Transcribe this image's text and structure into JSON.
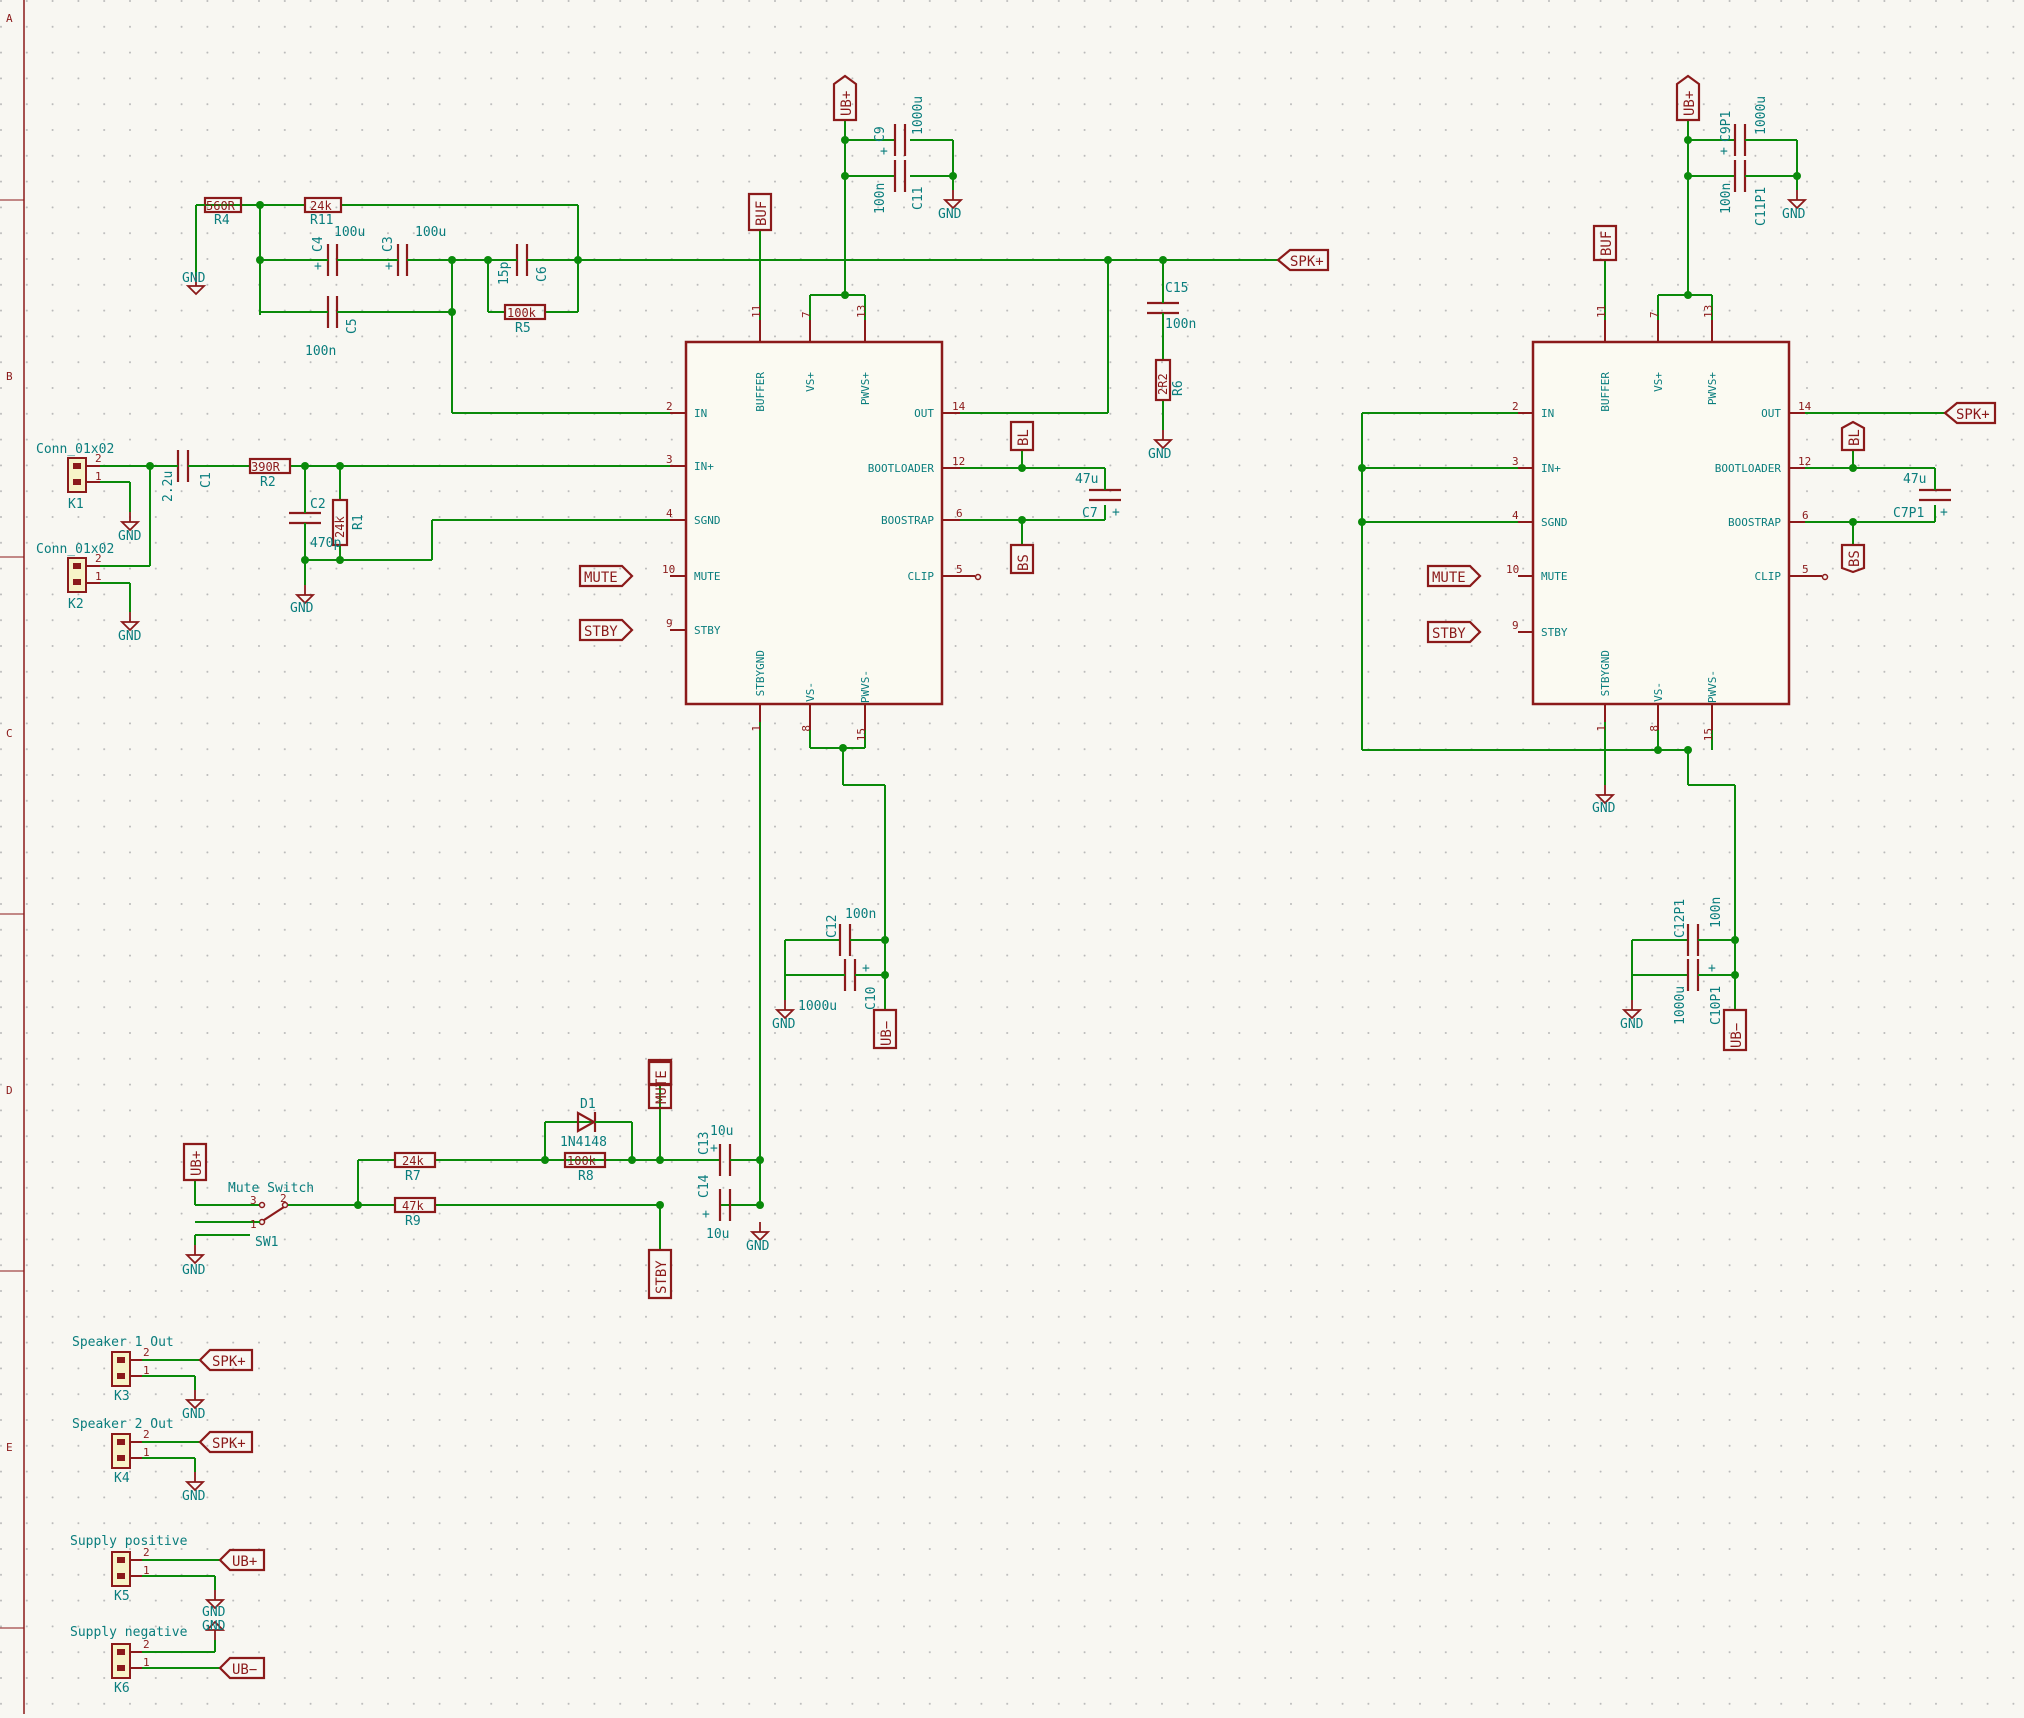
{
  "border": {
    "rows": [
      "A",
      "B",
      "C",
      "D",
      "E"
    ]
  },
  "ics": [
    {
      "pins": {
        "buffer": "BUFFER",
        "vsp": "VS+",
        "pwvsp": "PWVS+",
        "in": "IN",
        "inp": "IN+",
        "sgnd": "SGND",
        "mute": "MUTE",
        "stby": "STBY",
        "out": "OUT",
        "bootloader": "BOOTLOADER",
        "boostrap": "BOOSTRAP",
        "clip": "CLIP",
        "stbygnd": "STBYGND",
        "vs": "VS-",
        "pwvs": "PWVS-"
      },
      "nums": {
        "buffer": "11",
        "vsp": "7",
        "pwvsp": "13",
        "in": "2",
        "inp": "3",
        "sgnd": "4",
        "mute": "10",
        "stby": "9",
        "out": "14",
        "bootloader": "12",
        "boostrap": "6",
        "clip": "5",
        "stbygnd": "1",
        "vs": "8",
        "pwvs": "15"
      }
    },
    {
      "pins": {
        "buffer": "BUFFER",
        "vsp": "VS+",
        "pwvsp": "PWVS+",
        "in": "IN",
        "inp": "IN+",
        "sgnd": "SGND",
        "mute": "MUTE",
        "stby": "STBY",
        "out": "OUT",
        "bootloader": "BOOTLOADER",
        "boostrap": "BOOSTRAP",
        "clip": "CLIP",
        "stbygnd": "STBYGND",
        "vs": "VS-",
        "pwvs": "PWVS-"
      },
      "nums": {
        "buffer": "11",
        "vsp": "7",
        "pwvsp": "13",
        "in": "2",
        "inp": "3",
        "sgnd": "4",
        "mute": "10",
        "stby": "9",
        "out": "14",
        "bootloader": "12",
        "boostrap": "6",
        "clip": "5",
        "stbygnd": "1",
        "vs": "8",
        "pwvs": "15"
      }
    }
  ],
  "labels": {
    "ub_plus": "UB+",
    "ub_minus": "UB−",
    "buf": "BUF",
    "spk_plus": "SPK+",
    "bl": "BL",
    "bs": "BS",
    "mute": "MUTE",
    "stby": "STBY",
    "gnd": "GND"
  },
  "components": {
    "r4": {
      "ref": "R4",
      "value": "560R"
    },
    "r11": {
      "ref": "R11",
      "value": "24k"
    },
    "c4": {
      "ref": "C4",
      "value": "100u"
    },
    "c3": {
      "ref": "C3",
      "value": "100u"
    },
    "c5": {
      "ref": "C5",
      "value": "100n"
    },
    "c6": {
      "ref": "C6",
      "value": "15p"
    },
    "r5": {
      "ref": "R5",
      "value": "100k"
    },
    "c9": {
      "ref": "C9",
      "value": "1000u"
    },
    "c11": {
      "ref": "C11",
      "value": "100n"
    },
    "c15": {
      "ref": "C15",
      "value": "100n"
    },
    "r6": {
      "ref": "R6",
      "value": "2R2"
    },
    "c1": {
      "ref": "C1",
      "value": "2.2u"
    },
    "r2": {
      "ref": "R2",
      "value": "390R"
    },
    "c2": {
      "ref": "C2",
      "value": "470p"
    },
    "r1": {
      "ref": "R1",
      "value": "24k"
    },
    "c7": {
      "ref": "C7",
      "value": "47u"
    },
    "c12": {
      "ref": "C12",
      "value": "100n"
    },
    "c10": {
      "ref": "C10",
      "value": "1000u"
    },
    "c9p1": {
      "ref": "C9P1",
      "value": "1000u"
    },
    "c11p1": {
      "ref": "C11P1",
      "value": "100n"
    },
    "c7p1": {
      "ref": "C7P1",
      "value": "47u"
    },
    "c12p1": {
      "ref": "C12P1",
      "value": "100n"
    },
    "c10p1": {
      "ref": "C10P1",
      "value": "1000u"
    },
    "d1": {
      "ref": "D1",
      "value": "1N4148"
    },
    "r7": {
      "ref": "R7",
      "value": "24k"
    },
    "r8": {
      "ref": "R8",
      "value": "100k"
    },
    "r9": {
      "ref": "R9",
      "value": "47k"
    },
    "c13": {
      "ref": "C13",
      "value": "10u"
    },
    "c14": {
      "ref": "C14",
      "value": "10u"
    },
    "sw1": {
      "ref": "SW1",
      "value": "Mute Switch"
    }
  },
  "connectors": {
    "k1": {
      "ref": "K1",
      "value": "Conn_01x02"
    },
    "k2": {
      "ref": "K2",
      "value": "Conn_01x02"
    },
    "k3": {
      "ref": "K3",
      "value": "Speaker 1 Out"
    },
    "k4": {
      "ref": "K4",
      "value": "Speaker 2 Out"
    },
    "k5": {
      "ref": "K5",
      "value": "Supply positive"
    },
    "k6": {
      "ref": "K6",
      "value": "Supply negative"
    }
  }
}
